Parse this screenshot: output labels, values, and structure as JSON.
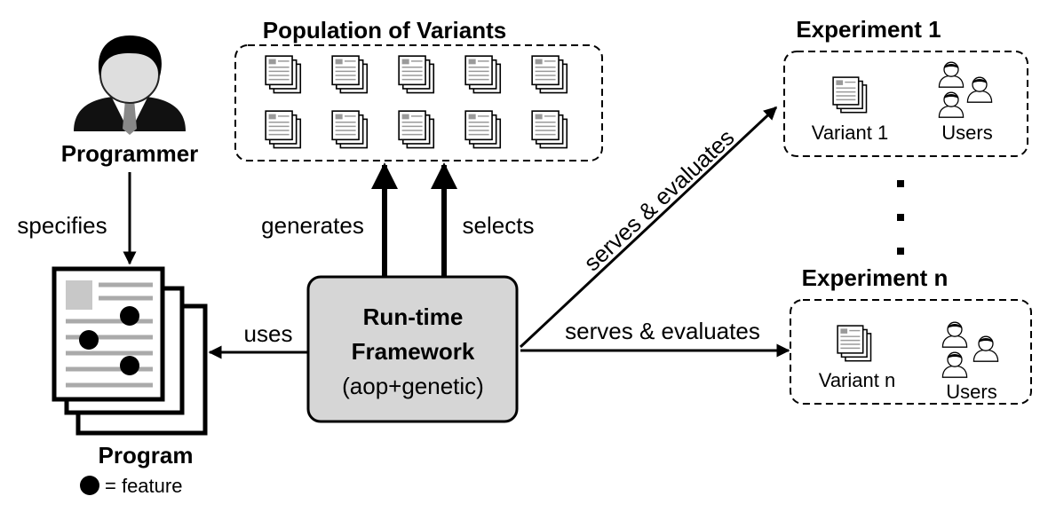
{
  "programmer": {
    "label": "Programmer"
  },
  "program": {
    "label": "Program",
    "legend_text": "= feature",
    "legend_icon": "dot-icon"
  },
  "framework": {
    "line1": "Run-time",
    "line2": "Framework",
    "line3": "(aop+genetic)"
  },
  "population": {
    "title": "Population of Variants",
    "icon": "document-stack-icon",
    "rows": 2,
    "columns": 5
  },
  "experiment_1": {
    "title": "Experiment 1",
    "variant_label": "Variant 1",
    "users_label": "Users"
  },
  "experiment_n": {
    "title": "Experiment n",
    "variant_label": "Variant n",
    "users_label": "Users"
  },
  "edges": {
    "specifies": "specifies",
    "uses": "uses",
    "generates": "generates",
    "selects": "selects",
    "serves_evaluates_1": "serves & evaluates",
    "serves_evaluates_n": "serves & evaluates"
  },
  "ellipsis": "vertical-ellipsis",
  "colors": {
    "framework_fill": "#d6d6d6",
    "doc_fill": "#ffffff",
    "stroke": "#000000",
    "doc_line": "#9a9a9a"
  }
}
